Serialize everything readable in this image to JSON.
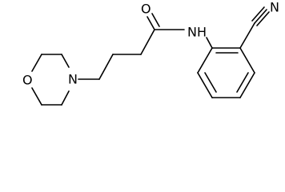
{
  "molecule": {
    "atom_labels": {
      "carbonyl_oxygen": "O",
      "amide_nitrogen": "NH",
      "nitrile_nitrogen": "N",
      "ring_oxygen": "O",
      "ring_nitrogen": "N"
    },
    "colors": {
      "bond": "#000000",
      "text": "#000000",
      "background": "#ffffff"
    }
  }
}
